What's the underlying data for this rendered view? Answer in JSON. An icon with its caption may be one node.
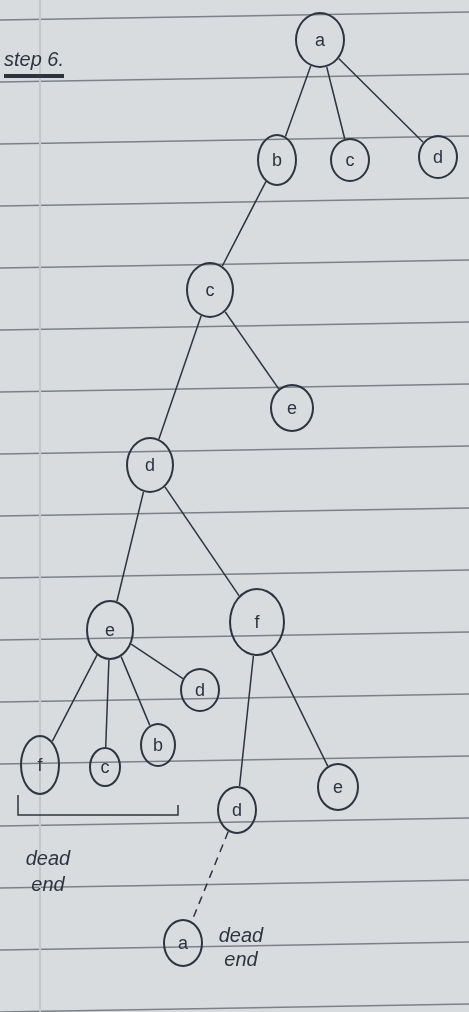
{
  "diagram": {
    "title": "step 6.",
    "nodes": [
      {
        "text": [
          "a"
        ]
      },
      {
        "text": [
          "b"
        ]
      },
      {
        "text": [
          "c"
        ]
      },
      {
        "text": [
          "d"
        ]
      },
      {
        "text": [
          "c"
        ]
      },
      {
        "text": [
          "e"
        ]
      },
      {
        "text": [
          "d"
        ]
      },
      {
        "text": [
          "e"
        ]
      },
      {
        "text": [
          "f"
        ]
      },
      {
        "text": [
          "d"
        ]
      },
      {
        "text": [
          "f"
        ]
      },
      {
        "text": [
          "c"
        ]
      },
      {
        "text": [
          "b"
        ]
      },
      {
        "text": [
          "d"
        ]
      },
      {
        "text": [
          "e"
        ]
      },
      {
        "text": [
          "a"
        ],
        "beside": [
          "dead end"
        ]
      }
    ],
    "edges": [
      {
        "from": 0,
        "to": 1,
        "arrow": "none"
      },
      {
        "from": 0,
        "to": 2,
        "arrow": "none"
      },
      {
        "from": 0,
        "to": 3,
        "arrow": "none"
      },
      {
        "from": 1,
        "to": 4,
        "arrow": "none"
      },
      {
        "from": 4,
        "to": 6,
        "arrow": "none"
      },
      {
        "from": 4,
        "to": 5,
        "arrow": "none"
      },
      {
        "from": 6,
        "to": 7,
        "arrow": "none"
      },
      {
        "from": 6,
        "to": 8,
        "arrow": "none"
      },
      {
        "from": 7,
        "to": 10,
        "arrow": "none"
      },
      {
        "from": 7,
        "to": 11,
        "arrow": "none"
      },
      {
        "from": 7,
        "to": 12,
        "arrow": "none"
      },
      {
        "from": 7,
        "to": 9,
        "arrow": "none"
      },
      {
        "from": 8,
        "to": 13,
        "arrow": "none"
      },
      {
        "from": 8,
        "to": 14,
        "arrow": "none"
      },
      {
        "from": 13,
        "to": 15,
        "arrow": "none",
        "style": "dashed"
      }
    ],
    "labels": [
      "dead end"
    ]
  }
}
